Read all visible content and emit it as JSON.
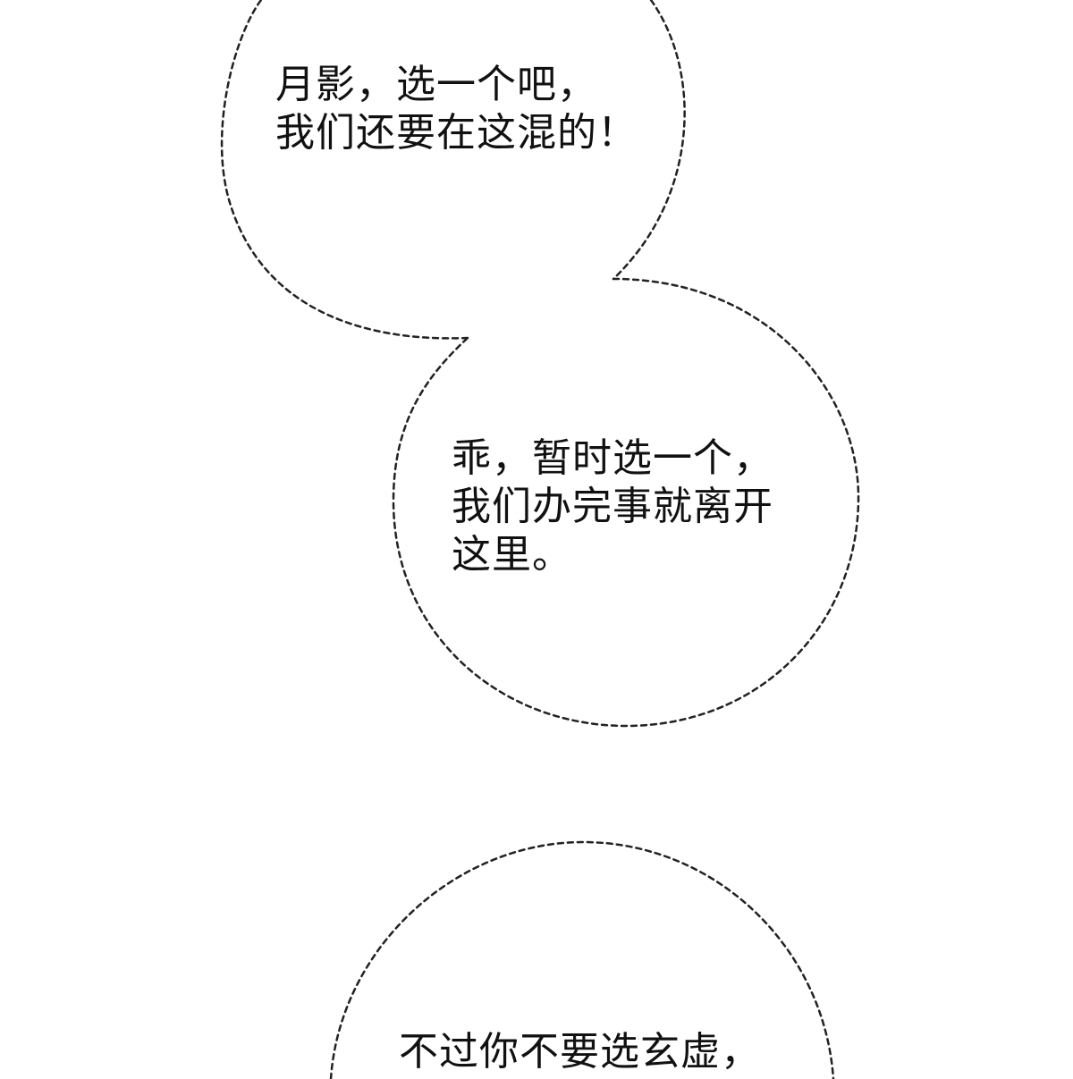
{
  "panel": {
    "bubbles": [
      {
        "id": "bubble-1",
        "lines": [
          "月影，选一个吧，",
          "我们还要在这混的！"
        ]
      },
      {
        "id": "bubble-2",
        "lines": [
          "乖，暂时选一个，",
          "我们办完事就离开",
          "这里。"
        ]
      },
      {
        "id": "bubble-3",
        "lines": [
          "不过你不要选玄虚，"
        ]
      }
    ],
    "colors": {
      "background": "#ffffff",
      "text": "#111111",
      "outline": "#222222"
    }
  }
}
